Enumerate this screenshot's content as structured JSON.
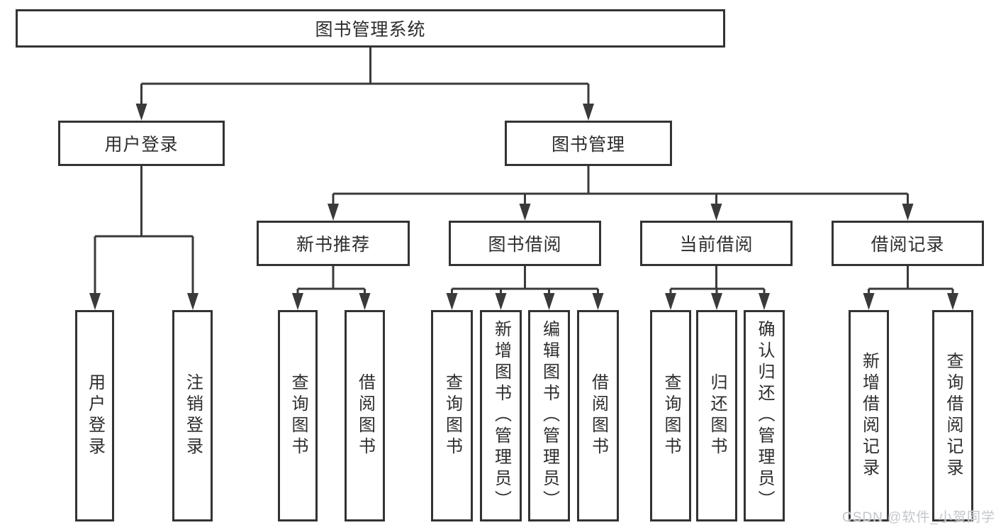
{
  "tree": {
    "root": {
      "label": "图书管理系统",
      "children": [
        {
          "label": "用户登录",
          "children": [
            {
              "label": "用户登录"
            },
            {
              "label": "注销登录"
            }
          ]
        },
        {
          "label": "图书管理",
          "children": [
            {
              "label": "新书推荐",
              "children": [
                {
                  "label": "查询图书"
                },
                {
                  "label": "借阅图书"
                }
              ]
            },
            {
              "label": "图书借阅",
              "children": [
                {
                  "label": "查询图书"
                },
                {
                  "label": "新增图书（管理员）"
                },
                {
                  "label": "编辑图书（管理员）"
                },
                {
                  "label": "借阅图书"
                }
              ]
            },
            {
              "label": "当前借阅",
              "children": [
                {
                  "label": "查询图书"
                },
                {
                  "label": "归还图书"
                },
                {
                  "label": "确认归还（管理员）"
                }
              ]
            },
            {
              "label": "借阅记录",
              "children": [
                {
                  "label": "新增借阅记录"
                },
                {
                  "label": "查询借阅记录"
                }
              ]
            }
          ]
        }
      ]
    }
  },
  "watermark": {
    "text": "CSDN @软件_小贺同学"
  },
  "colors": {
    "line": "#3a3a3a",
    "box_border": "#333333",
    "box_fill": "#ffffff",
    "text": "#2d2d2d",
    "watermark": "#c3c6cb",
    "background": "#ffffff"
  }
}
